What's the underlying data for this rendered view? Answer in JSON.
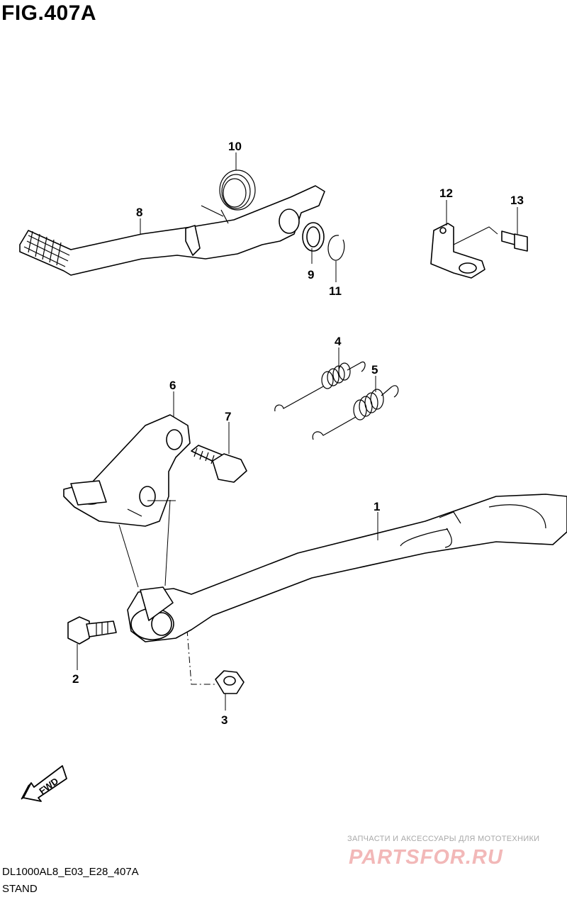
{
  "figure": {
    "title": "FIG.407A",
    "code": "DL1000AL8_E03_E28_407A",
    "name": "STAND"
  },
  "callouts": [
    "1",
    "2",
    "3",
    "4",
    "5",
    "6",
    "7",
    "8",
    "9",
    "10",
    "11",
    "12",
    "13"
  ],
  "fwd_label": "FWD",
  "watermark": {
    "tagline": "ЗАПЧАСТИ И АКСЕССУАРЫ ДЛЯ МОТОТЕХНИКИ",
    "logo": "PARTSFOR.RU"
  }
}
